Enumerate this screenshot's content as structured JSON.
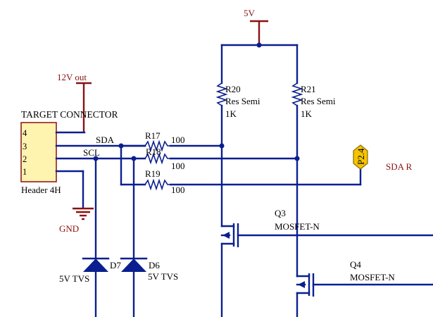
{
  "power": {
    "vcc5_label": "5V",
    "vcc12_label": "12V out",
    "gnd_label": "GND"
  },
  "connector": {
    "title": "TARGET CONNECTOR",
    "type_label": "Header 4H",
    "pins": [
      "4",
      "3",
      "2",
      "1"
    ]
  },
  "nets": {
    "sda": "SDA",
    "scl": "SCL",
    "port_label": "P2.4",
    "sda_r": "SDA R"
  },
  "resistors": {
    "r17": {
      "ref": "R17",
      "value": "100"
    },
    "r18": {
      "ref": "R18",
      "value": "100"
    },
    "r19": {
      "ref": "R19",
      "value": "100"
    },
    "r20": {
      "ref": "R20",
      "desc": "Res Semi",
      "value": "1K"
    },
    "r21": {
      "ref": "R21",
      "desc": "Res Semi",
      "value": "1K"
    }
  },
  "transistors": {
    "q3": {
      "ref": "Q3",
      "type": "MOSFET-N"
    },
    "q4": {
      "ref": "Q4",
      "type": "MOSFET-N"
    }
  },
  "diodes": {
    "d7": {
      "ref": "D7",
      "type": "5V TVS"
    },
    "d6": {
      "ref": "D6",
      "type": "5V TVS"
    }
  },
  "colors": {
    "wire": "#0a1f8f",
    "power": "#8a1010",
    "connector_fill": "#fff3b0",
    "port_fill": "#f5c400"
  }
}
